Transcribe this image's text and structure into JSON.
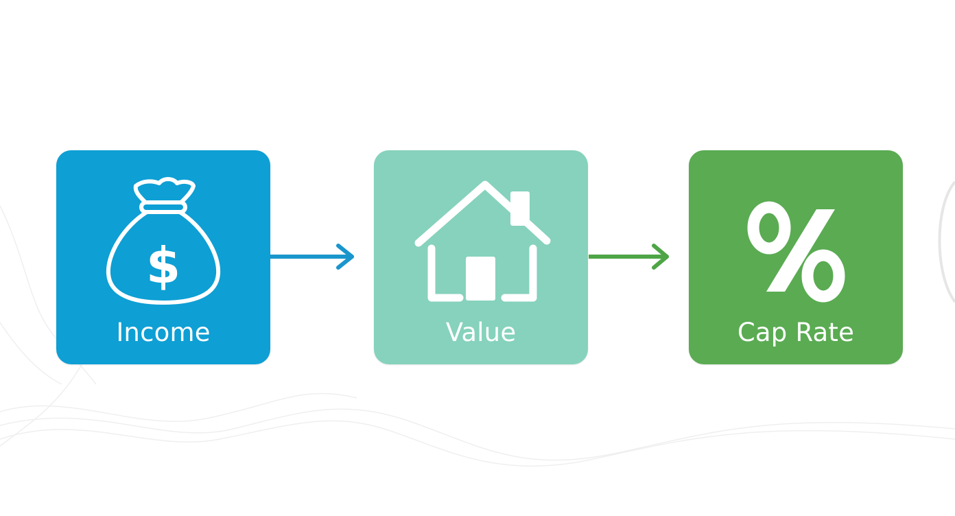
{
  "diagram": {
    "type": "flow",
    "steps": [
      {
        "id": "income",
        "label": "Income",
        "icon": "money-bag-dollar-icon",
        "color": "#0e9fd4"
      },
      {
        "id": "value",
        "label": "Value",
        "icon": "house-icon",
        "color": "#86d2bc"
      },
      {
        "id": "cap_rate",
        "label": "Cap Rate",
        "icon": "percent-icon",
        "color": "#5aab52"
      }
    ],
    "connectors": [
      {
        "from": "income",
        "to": "value",
        "color": "#1a96cc"
      },
      {
        "from": "value",
        "to": "cap_rate",
        "color": "#4ea546"
      }
    ],
    "percent_glyph": "%",
    "dollar_glyph": "$"
  }
}
